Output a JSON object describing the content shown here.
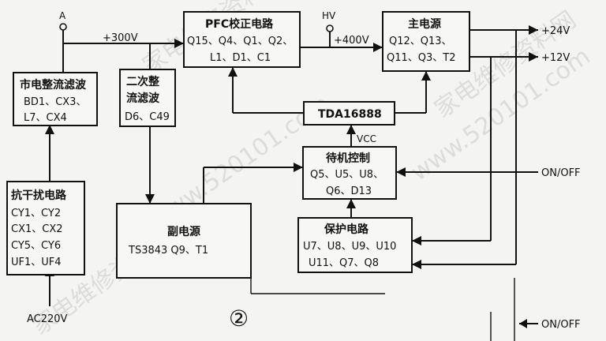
{
  "blocks": {
    "filter": {
      "title": "市电整流滤波",
      "lines": [
        "BD1、CX3、",
        "L7、CX4"
      ]
    },
    "emi": {
      "title": "抗干扰电路",
      "lines": [
        "CY1、CY2",
        "CX1、CX2",
        "CY5、CY6",
        "UF1、UF4"
      ]
    },
    "second_rect": {
      "title_lines": [
        "二次整",
        "流滤波"
      ],
      "lines": [
        "D6、C49"
      ]
    },
    "pfc": {
      "title": "PFC校正电路",
      "lines": [
        "Q15、Q4、Q1、Q2、",
        "L1、D1、C1"
      ]
    },
    "main_psu": {
      "title": "主电源",
      "lines": [
        "Q12、Q13、",
        "Q11、Q3、T2"
      ]
    },
    "tda": {
      "title": "TDA16888"
    },
    "standby": {
      "title": "待机控制",
      "lines": [
        "Q5、U5、U8、",
        "Q6、D13"
      ]
    },
    "aux_psu": {
      "title": "副电源",
      "lines": [
        "TS3843 Q9、T1"
      ]
    },
    "protect": {
      "title": "保护电路",
      "lines": [
        "U7、U8、U9、U10",
        "U11、Q7、Q8"
      ]
    }
  },
  "labels": {
    "node_a": "A",
    "node_hv": "HV",
    "v300": "+300V",
    "v400": "+400V",
    "v24": "+24V",
    "v12": "+12V",
    "vcc": "VCC",
    "onoff1": "ON/OFF",
    "onoff2": "ON/OFF",
    "ac": "AC220V",
    "circle_num": "②"
  },
  "watermarks": [
    "家电维修资料网",
    "www.520101.com",
    "家电维修资料网",
    "www.520101.com",
    "家电维修资料网"
  ]
}
